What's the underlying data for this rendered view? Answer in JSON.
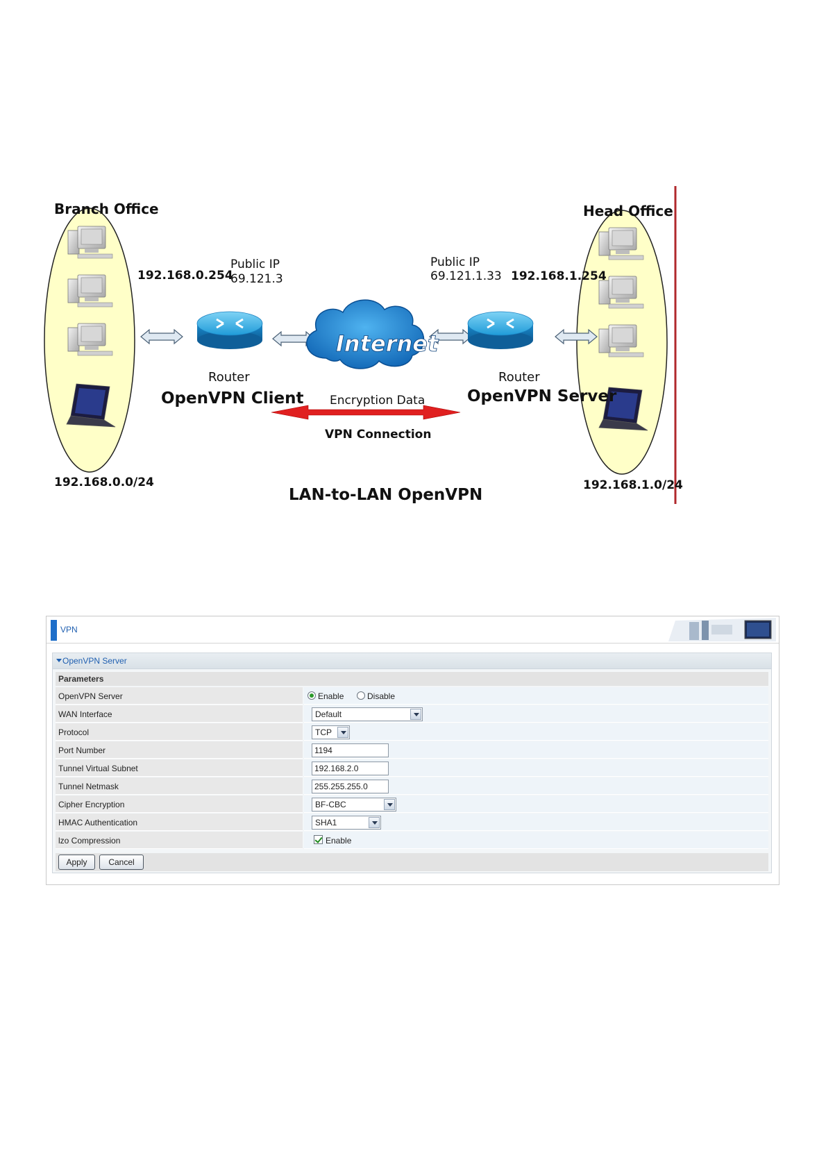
{
  "diagram": {
    "branch_office": "Branch Office",
    "head_office": "Head Office",
    "branch_gateway": "192.168.0.254",
    "branch_public_label": "Public IP",
    "branch_public_ip": "69.121.3",
    "head_public_label": "Public IP",
    "head_public_ip": "69.121.1.33",
    "head_gateway": "192.168.1.254",
    "internet": "Internet",
    "router_left": "Router",
    "router_right": "Router",
    "client_label": "OpenVPN Client",
    "server_label": "OpenVPN Server",
    "encryption": "Encryption Data",
    "vpn_connection": "VPN Connection",
    "branch_subnet": "192.168.0.0/24",
    "head_subnet": "192.168.1.0/24",
    "caption": "LAN-to-LAN OpenVPN",
    "colors": {
      "ellipse_fill": "#ffffc8",
      "router_blue": "#2aa7e0",
      "cloud_blue": "#1d7fd0",
      "vpn_arrow": "#e02020",
      "divider": "#b0282c"
    }
  },
  "vpn": {
    "header_title": "VPN",
    "section_title": "OpenVPN Server",
    "parameters_label": "Parameters",
    "rows": {
      "server": {
        "label": "OpenVPN Server",
        "enable": "Enable",
        "disable": "Disable",
        "selected": "Enable"
      },
      "wan": {
        "label": "WAN Interface",
        "value": "Default"
      },
      "protocol": {
        "label": "Protocol",
        "value": "TCP"
      },
      "port": {
        "label": "Port Number",
        "value": "1194"
      },
      "subnet": {
        "label": "Tunnel Virtual Subnet",
        "value": "192.168.2.0"
      },
      "netmask": {
        "label": "Tunnel Netmask",
        "value": "255.255.255.0"
      },
      "cipher": {
        "label": "Cipher Encryption",
        "value": "BF-CBC"
      },
      "hmac": {
        "label": "HMAC Authentication",
        "value": "SHA1"
      },
      "lzo": {
        "label": "lzo Compression",
        "option": "Enable",
        "checked": true
      }
    },
    "apply_label": "Apply",
    "cancel_label": "Cancel",
    "accent_color": "#1f6fc9"
  }
}
